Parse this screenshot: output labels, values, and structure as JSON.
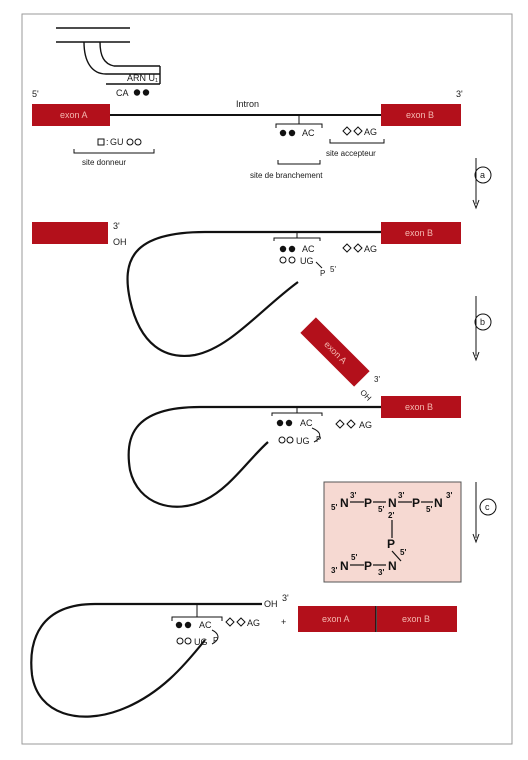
{
  "colors": {
    "exon": "#b3101b",
    "exon_label": "#f4b8b0",
    "formula_box": "#f6d9d2",
    "line": "#111111"
  },
  "labels": {
    "arn_u1": "ARN U₁",
    "ca": "CA",
    "five_prime": "5'",
    "three_prime": "3'",
    "intron": "Intron",
    "exon_a": "exon A",
    "exon_b": "exon B",
    "gu": "GU",
    "ac": "AC",
    "ag": "AG",
    "ug": "UG",
    "p": "P",
    "oh": "OH",
    "plus": "+",
    "site_donneur": "site donneur",
    "site_accepteur": "site accepteur",
    "site_branchement": "site de branchement",
    "step_a": "a",
    "step_b": "b",
    "step_c": "c"
  },
  "formula": {
    "n": "N",
    "p": "P",
    "n5_left": "5'",
    "three_prime_a": "3'",
    "five_prime_a": "5'",
    "three_prime_b": "3'",
    "two_prime": "2'",
    "three_prime_c": "3'",
    "five_prime_b": "5'",
    "three_prime_right": "3'",
    "n3_left": "3'",
    "five_prime_c": "5'",
    "three_prime_d": "3'",
    "five_prime_d": "5'"
  }
}
